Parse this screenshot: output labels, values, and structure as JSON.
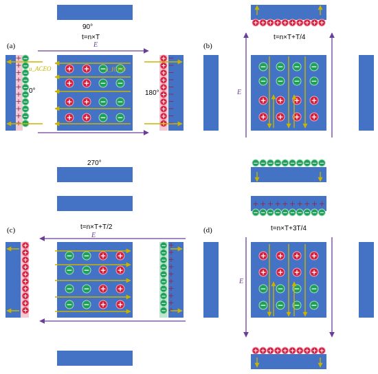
{
  "colors": {
    "electrode": "#4472c4",
    "arrow_yellow": "#c8b400",
    "field_purple": "#6a3d9a",
    "ion_pos": "#d21f3c",
    "ion_neg": "#1ea05a",
    "layer_pink": "#f3c9d6",
    "layer_green": "#bfe5cf",
    "sign_dark": "#8b2b4e"
  },
  "panels": {
    "a": {
      "label": "(a)",
      "time": "t=n×T",
      "field": "E",
      "angle_top": "90°",
      "angle_left": "0°",
      "angle_right": "180°",
      "angle_bottom": "270°",
      "velocity_aceo": "u_ACEO",
      "velocity_iceo": "u_ICEO"
    },
    "b": {
      "label": "(b)",
      "time": "t=n×T+T/4",
      "field": "E"
    },
    "c": {
      "label": "(c)",
      "time": "t=n×T+T/2",
      "field": "E"
    },
    "d": {
      "label": "(d)",
      "time": "t=n×T+3T/4",
      "field": "E"
    }
  },
  "ion_signs": {
    "positive": "+",
    "negative": "−"
  }
}
